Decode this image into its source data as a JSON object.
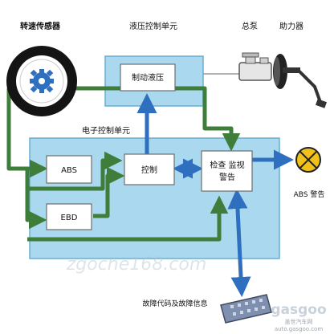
{
  "labels": {
    "speed_sensor": "转速传感器",
    "hydraulic_unit": "液压控制单元",
    "master_cylinder": "总泵",
    "booster": "助力器",
    "ecu": "电子控制单元",
    "brake_hydraulic": "制动液压",
    "abs": "ABS",
    "ebd": "EBD",
    "control": "控制",
    "check_line1": "检查 监视",
    "check_line2": "警告",
    "abs_warning": "ABS 警告",
    "fault_info": "故障代码及故障信息",
    "watermark": "zgoche168.com",
    "logo_name": "gasgoo",
    "logo_cn": "盖世汽车网",
    "logo_url": "auto.gasgoo.com"
  },
  "colors": {
    "unit_fill": "#a9d8ef",
    "unit_border": "#6aaed0",
    "box_fill": "#ffffff",
    "box_border": "#6d6d6d",
    "green_line": "#3e7d3a",
    "blue_arrow": "#2f6fc0",
    "wheel": "#141414",
    "lamp_fill": "#f0c11a",
    "connector": "#6f7fa0"
  },
  "icons": {
    "wheel": "wheel-icon",
    "sensor_gear": "gear-icon",
    "warning_lamp": "warning-lamp-icon",
    "diagnostic_connector": "obd-connector-icon",
    "booster": "brake-booster-icon",
    "master_cylinder": "master-cylinder-icon"
  }
}
